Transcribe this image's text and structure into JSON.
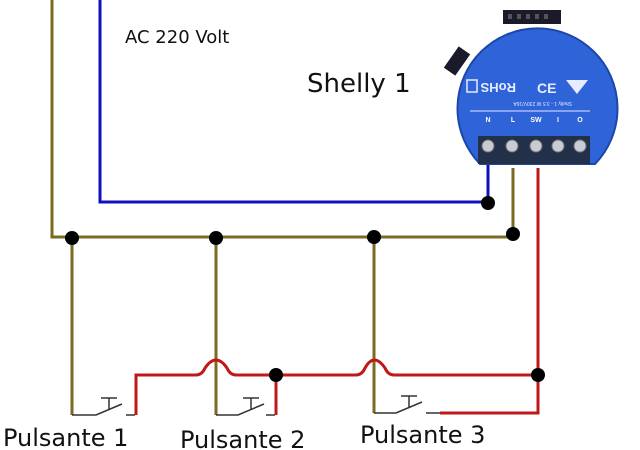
{
  "labels": {
    "supply": "AC 220 Volt",
    "device": "Shelly 1",
    "buttons": [
      "Pulsante 1",
      "Pulsante 2",
      "Pulsante 3"
    ]
  },
  "device": {
    "marking_line": "Shelly 1 - 3.5 W 230V/16A",
    "rohs": "RoHS",
    "ce": "CE",
    "terminals": [
      "N",
      "L",
      "SW",
      "I",
      "O"
    ]
  },
  "colors": {
    "neutral": "#1010c0",
    "live": "#7a6a22",
    "switch": "#c01818",
    "device_body": "#2f63d8"
  }
}
